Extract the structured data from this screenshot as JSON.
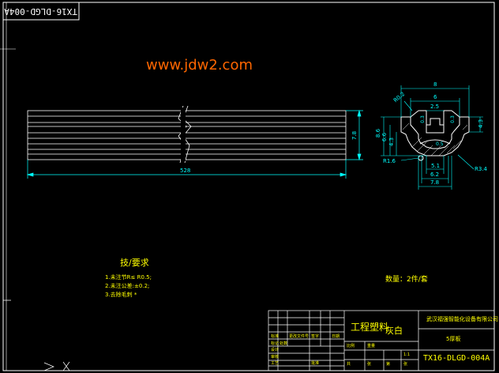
{
  "stamp": "TX16-DLGD-004A",
  "watermark": "www.jdw2.com",
  "colors": {
    "background": "#000000",
    "frame": "#ffffff",
    "outline": "#ffffff",
    "dimension": "#00ffff",
    "watermark": "#ff6600",
    "notes": "#ffff00"
  },
  "front_view": {
    "length_dim": "528",
    "height_dim": "7.8"
  },
  "section_view": {
    "dims": {
      "top_width": "8",
      "inner_width": "6",
      "slot_width": "2.5",
      "radius_top": "R0.2",
      "height_total": "8.6",
      "height_b": "6.6",
      "height_c": "4.3",
      "height_right": "4.3",
      "small_left": "0.3",
      "small_right": "0.3",
      "mid_a": "0.5",
      "mid_b": "5.1",
      "width_62": "6.2",
      "width_78": "7.8",
      "radius_left": "R1.6",
      "radius_right": "R3.4"
    }
  },
  "notes": {
    "title": "技/要求",
    "lines": [
      "1.未注节R≤ R0.5;",
      "2.未注公差:±0.2;",
      "3.去除毛刺 *"
    ]
  },
  "quantity": "数量：2件/套",
  "title_block": {
    "material": "工程塑料",
    "color": "灰白",
    "company": "武汉福强智能化设备有限公司",
    "unit": "5厚板",
    "drawing_no": "TX16-DLGD-004A",
    "small": [
      "标准",
      "标记",
      "处数",
      "更改文件号",
      "签字",
      "日期",
      "设计",
      "审核",
      "工艺",
      "批准",
      "比例",
      "重量",
      "共",
      "张",
      "第",
      "张",
      "1:1"
    ]
  }
}
